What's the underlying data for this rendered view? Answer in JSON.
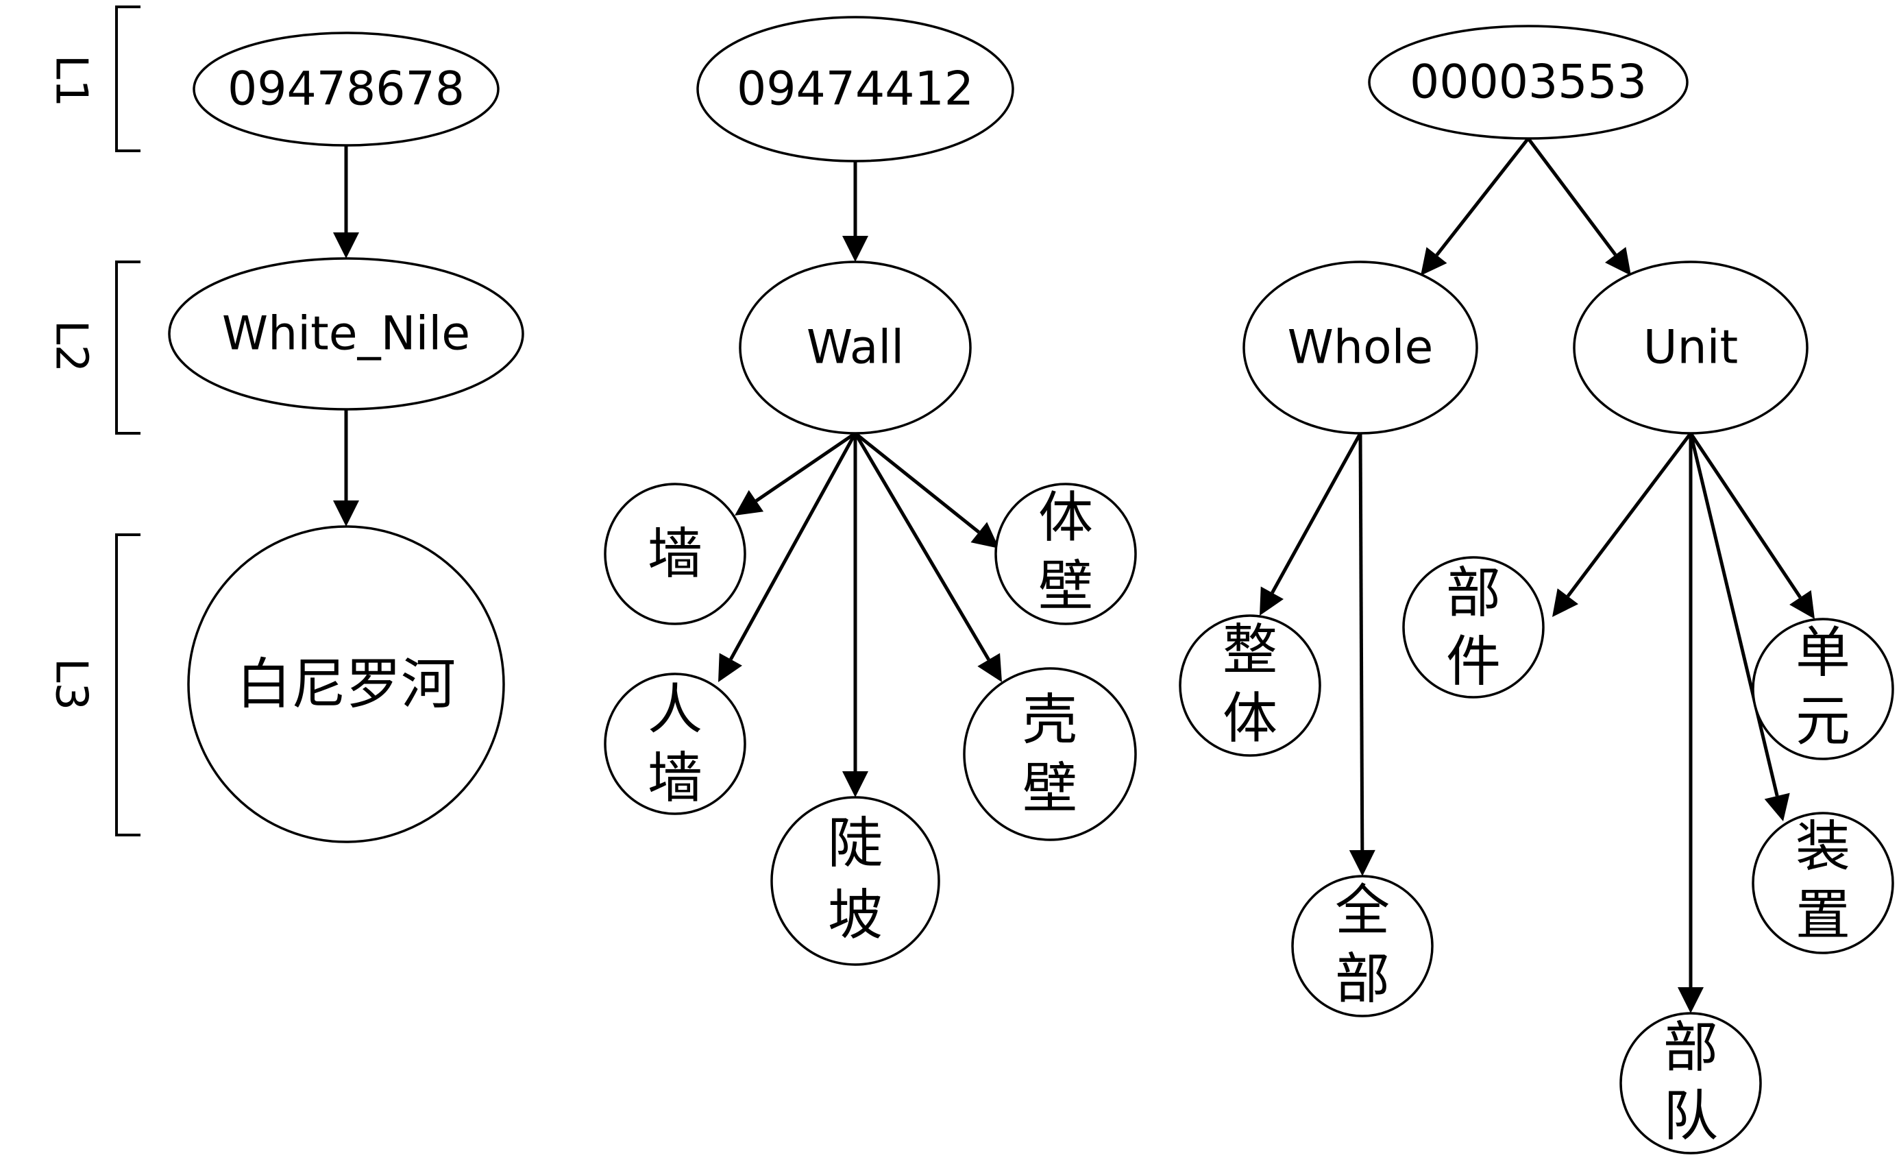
{
  "levels": [
    {
      "id": "L1",
      "label": "L1"
    },
    {
      "id": "L2",
      "label": "L2"
    },
    {
      "id": "L3",
      "label": "L3"
    }
  ],
  "trees": [
    {
      "root": {
        "id": "t1-root",
        "label": "09478678"
      },
      "nodes": [
        {
          "id": "t1-white-nile",
          "label": "White_Nile"
        },
        {
          "id": "t1-cn-1",
          "label": "白尼罗河"
        }
      ]
    },
    {
      "root": {
        "id": "t2-root",
        "label": "09474412"
      },
      "nodes": [
        {
          "id": "t2-wall",
          "label": "Wall"
        },
        {
          "id": "t2-cn-1",
          "label": "墙"
        },
        {
          "id": "t2-cn-2",
          "lines": [
            "人",
            "墙"
          ]
        },
        {
          "id": "t2-cn-3",
          "lines": [
            "陡",
            "坡"
          ]
        },
        {
          "id": "t2-cn-4",
          "lines": [
            "壳",
            "壁"
          ]
        },
        {
          "id": "t2-cn-5",
          "lines": [
            "体",
            "壁"
          ]
        }
      ]
    },
    {
      "root": {
        "id": "t3-root",
        "label": "00003553"
      },
      "nodes": [
        {
          "id": "t3-whole",
          "label": "Whole"
        },
        {
          "id": "t3-unit",
          "label": "Unit"
        },
        {
          "id": "t3-cn-1",
          "lines": [
            "整",
            "体"
          ]
        },
        {
          "id": "t3-cn-2",
          "lines": [
            "全",
            "部"
          ]
        },
        {
          "id": "t3-cn-3",
          "lines": [
            "部",
            "件"
          ]
        },
        {
          "id": "t3-cn-4",
          "lines": [
            "部",
            "队"
          ]
        },
        {
          "id": "t3-cn-5",
          "lines": [
            "装",
            "置"
          ]
        },
        {
          "id": "t3-cn-6",
          "lines": [
            "单",
            "元"
          ]
        }
      ]
    }
  ]
}
